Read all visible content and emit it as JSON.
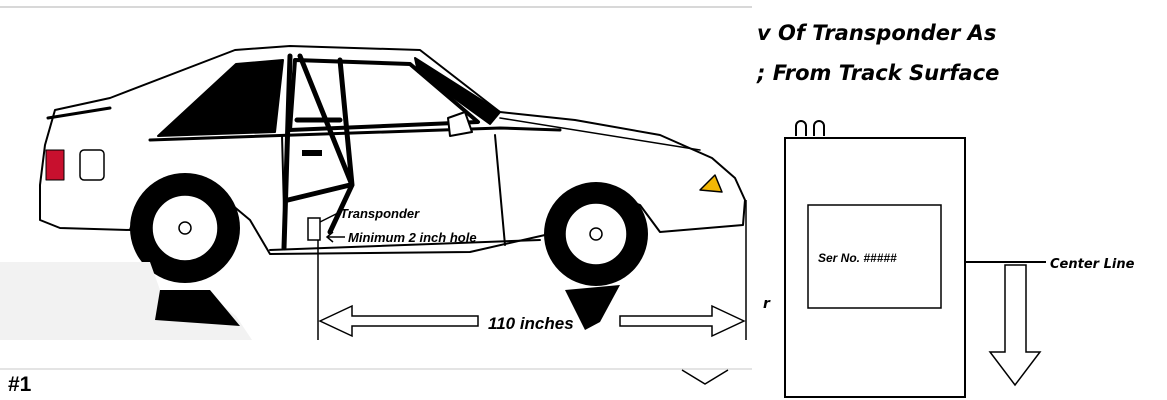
{
  "title_line_1": "v Of Transponder As",
  "title_line_2": "; From Track Surface",
  "car_labels": {
    "transponder": "Transponder",
    "hole": "Minimum 2 inch hole",
    "distance": "110 inches"
  },
  "device": {
    "serial_label": "Ser No. #####",
    "center_line_label": "Center Line"
  },
  "cut_off_fragment": "r",
  "figure_number": "#1"
}
